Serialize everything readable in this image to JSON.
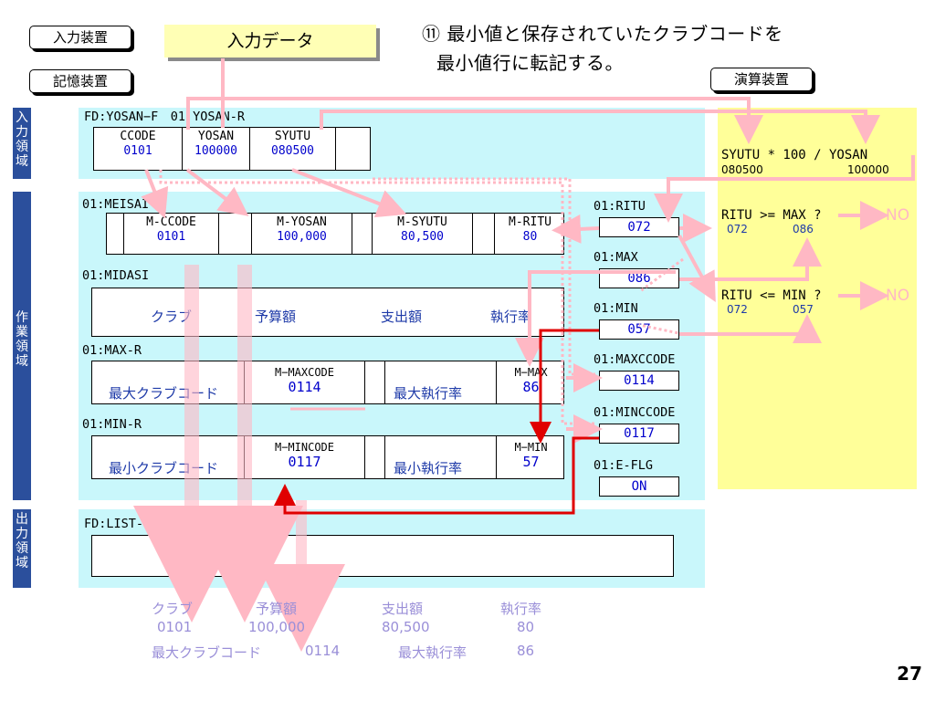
{
  "tags": {
    "input_device": "入力装置",
    "storage_device": "記憶装置",
    "calc_device": "演算装置"
  },
  "banner": "入力データ",
  "title": {
    "line1": "⑪ 最小値と保存されていたクラブコードを",
    "line2": "最小値行に転記する。"
  },
  "regions": {
    "input": "入力領域",
    "work": "作業領域",
    "output": "出力領域"
  },
  "input_area": {
    "header": "FD:YOSAN−F　01:YOSAN-R",
    "fields": [
      {
        "name": "CCODE",
        "value": "0101"
      },
      {
        "name": "YOSAN",
        "value": "100000"
      },
      {
        "name": "SYUTU",
        "value": "080500"
      }
    ]
  },
  "meisai": {
    "header": "01:MEISAI-R",
    "fields": [
      {
        "name": "M-CCODE",
        "value": "0101"
      },
      {
        "name": "M-YOSAN",
        "value": "100,000"
      },
      {
        "name": "M-SYUTU",
        "value": "80,500"
      },
      {
        "name": "M-RITU",
        "value": "80"
      }
    ]
  },
  "midasi": {
    "header": "01:MIDASI",
    "items": [
      "クラブ",
      "予算額",
      "支出額",
      "執行率"
    ]
  },
  "max_r": {
    "header": "01:MAX-R",
    "label1": "最大クラブコード",
    "code_name": "M−MAXCODE",
    "code_value": "0114",
    "label2": "最大執行率",
    "max_name": "M−MAX",
    "max_value": "86"
  },
  "min_r": {
    "header": "01:MIN-R",
    "label1": "最小クラブコード",
    "code_name": "M−MINCODE",
    "code_value": "0117",
    "label2": "最小執行率",
    "min_name": "M−MIN",
    "min_value": "57"
  },
  "vars": [
    {
      "name": "01:RITU",
      "value": "072"
    },
    {
      "name": "01:MAX",
      "value": "086"
    },
    {
      "name": "01:MIN",
      "value": "057"
    },
    {
      "name": "01:MAXCCODE",
      "value": "0114"
    },
    {
      "name": "01:MINCCODE",
      "value": "0117"
    },
    {
      "name": "01:E-FLG",
      "value": "ON"
    }
  ],
  "calc": {
    "formula": "SYUTU * 100 / YOSAN",
    "syutu_val": "080500",
    "yosan_val": "100000",
    "cmp1": "RITU >= MAX ?",
    "cmp1_a": "072",
    "cmp1_b": "086",
    "no1": "NO",
    "cmp2": "RITU <= MIN ?",
    "cmp2_a": "072",
    "cmp2_b": "057",
    "no2": "NO"
  },
  "output_area": {
    "header": "FD:LIST-F　01:LIST-R"
  },
  "faded": {
    "h1": "クラブ",
    "h2": "予算額",
    "h3": "支出額",
    "h4": "執行率",
    "v1": "0101",
    "v2": "100,000",
    "v3": "80,500",
    "v4": "80",
    "l1": "最大クラブコード",
    "l1v": "0114",
    "l2": "最大執行率",
    "l2v": "86"
  },
  "page_number": "27",
  "colors": {
    "cyan": "#c9f7fb",
    "yellow": "#ffff99",
    "label_blue": "#2b4f9c",
    "pink": "#ffb8c4",
    "red": "#e00000"
  }
}
